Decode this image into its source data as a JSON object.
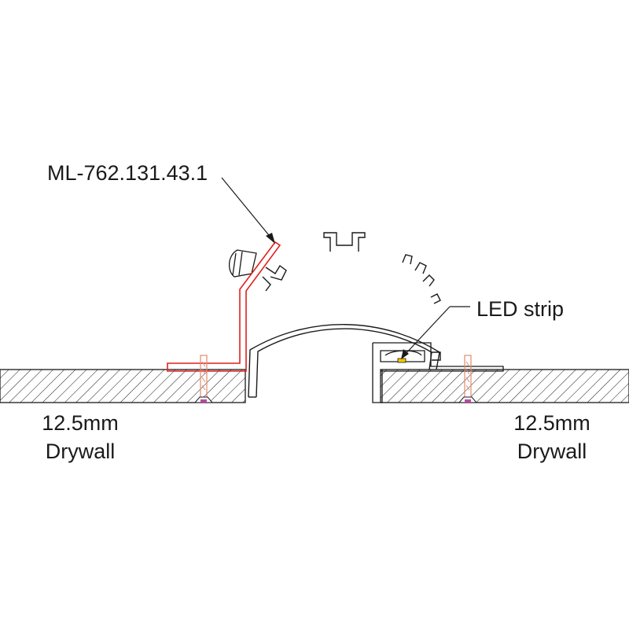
{
  "labels": {
    "part_number": "ML-762.131.43.1",
    "led_strip": "LED strip"
  },
  "drywall_left": {
    "thickness": "12.5mm",
    "material": "Drywall"
  },
  "drywall_right": {
    "thickness": "12.5mm",
    "material": "Drywall"
  },
  "colors": {
    "line": "#1a1a1a",
    "highlight_bracket": "#e0201c",
    "screw": "#e48a6c",
    "screw_head": "#b84aa0",
    "led_chip": "#f2c400"
  }
}
